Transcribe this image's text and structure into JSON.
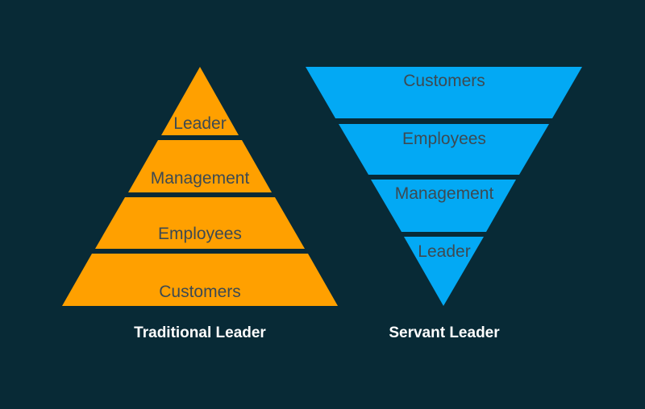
{
  "colors": {
    "background": "#082a36",
    "traditional_fill": "#ffa000",
    "servant_fill": "#03a9f4",
    "label_text": "#3d4a52",
    "caption_text": "#ffffff"
  },
  "traditional": {
    "caption": "Traditional Leader",
    "tiers": [
      "Leader",
      "Management",
      "Employees",
      "Customers"
    ]
  },
  "servant": {
    "caption": "Servant Leader",
    "tiers": [
      "Customers",
      "Employees",
      "Management",
      "Leader"
    ]
  }
}
